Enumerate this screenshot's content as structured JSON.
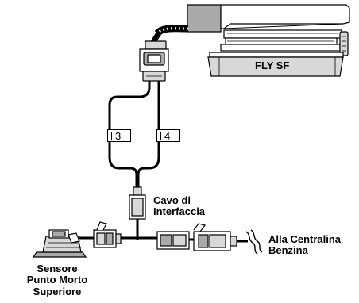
{
  "labels": {
    "device": "FLY SF",
    "wire_a": "3",
    "wire_b": "4",
    "cable_line1": "Cavo di",
    "cable_line2": "Interfaccia",
    "ecu_line1": "Alla Centralina",
    "ecu_line2": "Benzina",
    "sensor_line1": "Sensore",
    "sensor_line2": "Punto Morto",
    "sensor_line3": "Superiore"
  },
  "colors": {
    "wire": "#000000",
    "shade": "#aaaaaa",
    "light_shade": "#d8d8d8"
  }
}
